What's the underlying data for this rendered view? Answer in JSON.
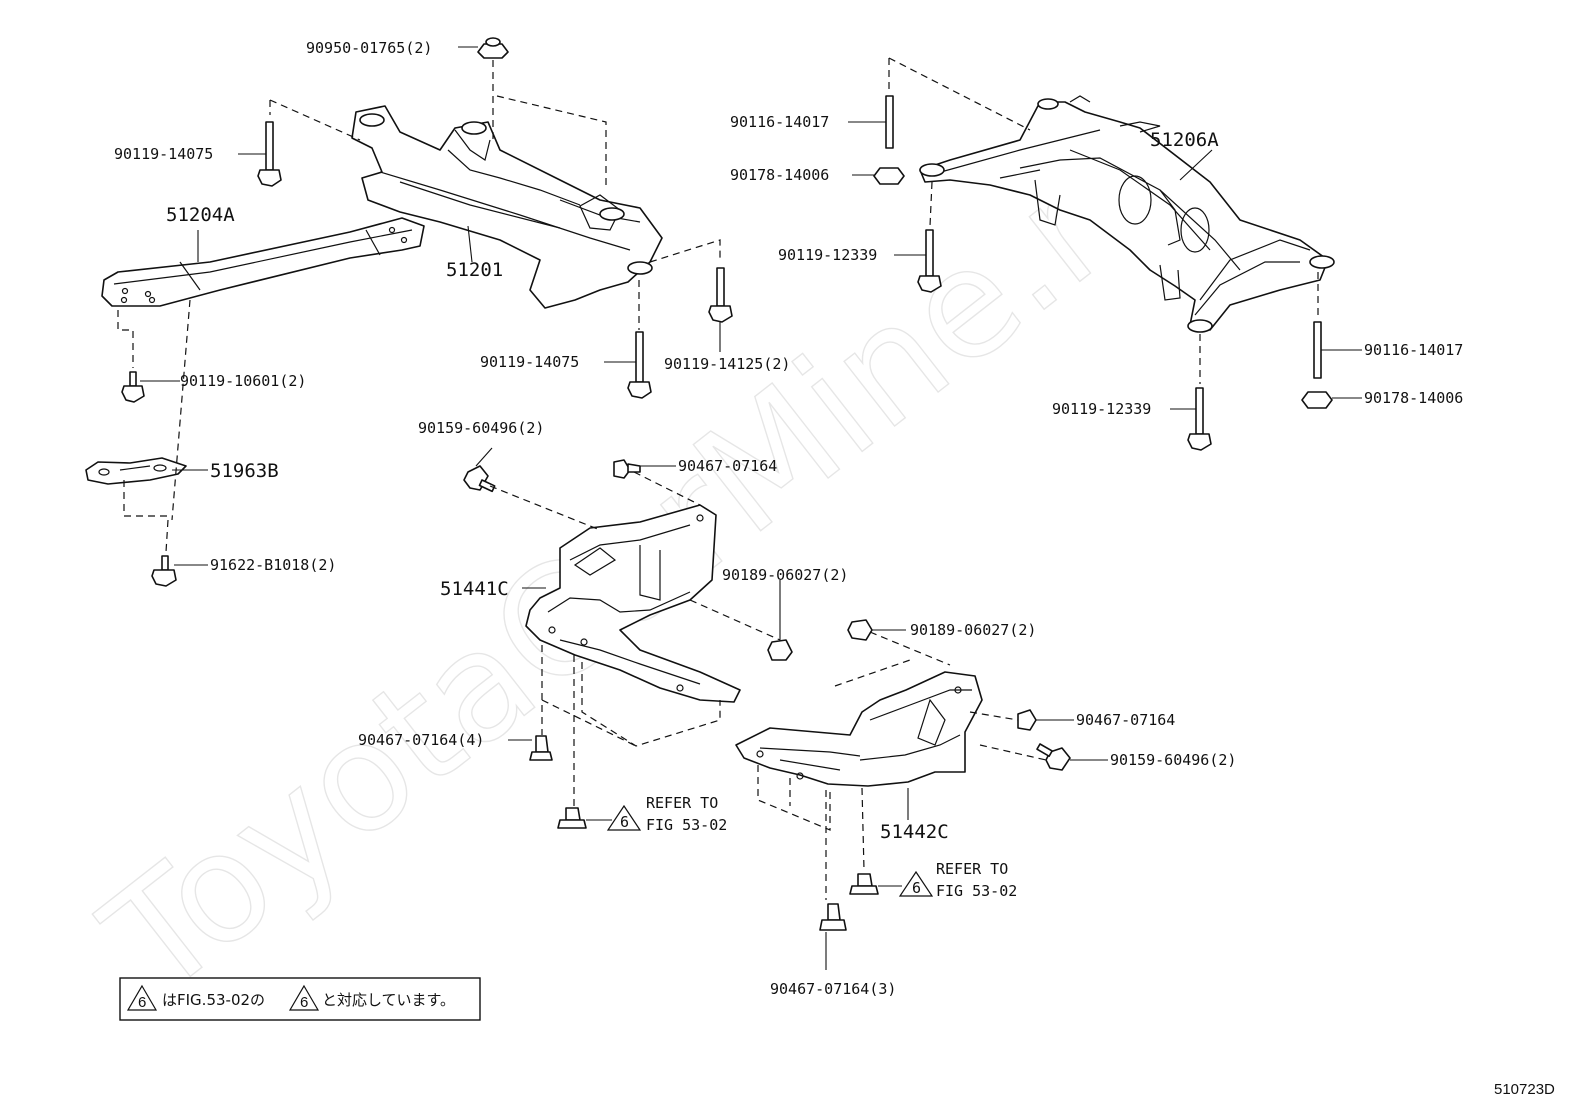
{
  "watermark": "ToyotaCarMine.ru",
  "assemblies": {
    "crossmember_front": "51201",
    "crossmember_rear": "51206A",
    "brace": "51204A",
    "plate": "51963B",
    "cover_front": "51441C",
    "cover_rear": "51442C"
  },
  "callouts": {
    "c1": "90950-01765(2)",
    "c2": "90119-14075",
    "c3": "90119-10601(2)",
    "c4": "91622-B1018(2)",
    "c5": "90119-14075",
    "c6": "90119-14125(2)",
    "c7": "90116-14017",
    "c8": "90178-14006",
    "c9": "90119-12339",
    "c10": "90116-14017",
    "c11": "90178-14006",
    "c12": "90119-12339",
    "c13": "90159-60496(2)",
    "c14": "90467-07164",
    "c15": "90189-06027(2)",
    "c16": "90467-07164(4)",
    "c17": "90189-06027(2)",
    "c18": "90467-07164",
    "c19": "90159-60496(2)",
    "c20": "90467-07164(3)"
  },
  "refer": {
    "r1_line1": "REFER TO",
    "r1_line2": "FIG 53-02",
    "r2_line1": "REFER TO",
    "r2_line2": "FIG 53-02",
    "symbol": "6"
  },
  "note": {
    "symbol": "6",
    "part_a": "はFIG.53-02の",
    "part_b": "と対応しています。"
  },
  "figure_code": "510723D"
}
